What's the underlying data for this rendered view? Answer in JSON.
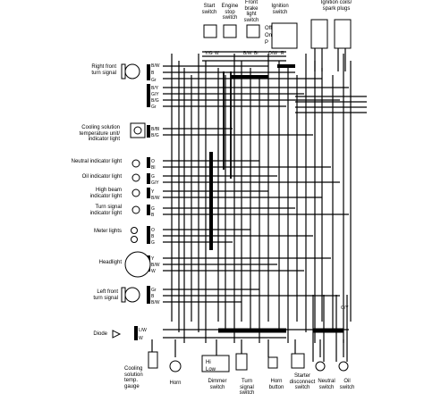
{
  "left_components": {
    "right_front_turn_signal": "Right front\nturn signal",
    "cooling_indicator": "Cooling solution\ntemperature unit/\nindicator light",
    "neutral_indicator": "Neutral indicator light",
    "oil_indicator": "Oil indicator light",
    "high_beam_indicator": "High beam\nindicator light",
    "turn_signal_indicator": "Turn signal\nindicator light",
    "meter_lights": "Meter lights",
    "headlight": "Headlight",
    "left_front_turn_signal": "Left front\nturn signal",
    "diode": "Diode"
  },
  "top_components": {
    "start_switch": "Start\nswitch",
    "engine_stop_switch": "Engine\nstop\nswitch",
    "front_brake_switch": "Front\nbrake\nlight\nswitch",
    "ignition_switch": "Ignition\nswitch",
    "ignition_coils": "Ignition coils/\nspark plugs",
    "ignition_table": [
      "Off",
      "On",
      "P"
    ]
  },
  "bottom_components": {
    "cooling_gauge": "Cooling\nsolution\ntemp.\ngauge",
    "horn": "Horn",
    "dimmer_switch": "Dimmer\nswitch",
    "dimmer_table": [
      "Hi",
      "Low"
    ],
    "turn_signal_switch": "Turn\nsignal\nswitch",
    "horn_button": "Horn\nbutton",
    "starter_disconnect": "Starter\ndisconnect\nswitch",
    "neutral_switch": "Neutral\nswitch",
    "oil_switch": "Oil\nswitch"
  },
  "wire_codes": {
    "right_turn": [
      "B/W",
      "B",
      "Gr"
    ],
    "cluster1": [
      "B/Y",
      "G/Y",
      "B/G",
      "Gr"
    ],
    "cooling": [
      "B/Bl",
      "B/G"
    ],
    "neutral": [
      "O",
      "Bl"
    ],
    "oil": [
      "G",
      "G/Y"
    ],
    "high_beam": [
      "Y",
      "B/W"
    ],
    "turn_ind": [
      "G",
      "B"
    ],
    "meter": [
      "O",
      "B",
      "G"
    ],
    "headlight": [
      "Y",
      "B/W",
      "W"
    ],
    "left_turn": [
      "Gr",
      "B",
      "B/W"
    ],
    "diode": [
      "L/W",
      "W"
    ],
    "top_start": [
      "Y/G",
      "W"
    ],
    "top_brake": [
      "B/W",
      "Br"
    ],
    "top_ign": [
      "O/W",
      "R"
    ],
    "mid_right": [
      "O/Y"
    ]
  }
}
